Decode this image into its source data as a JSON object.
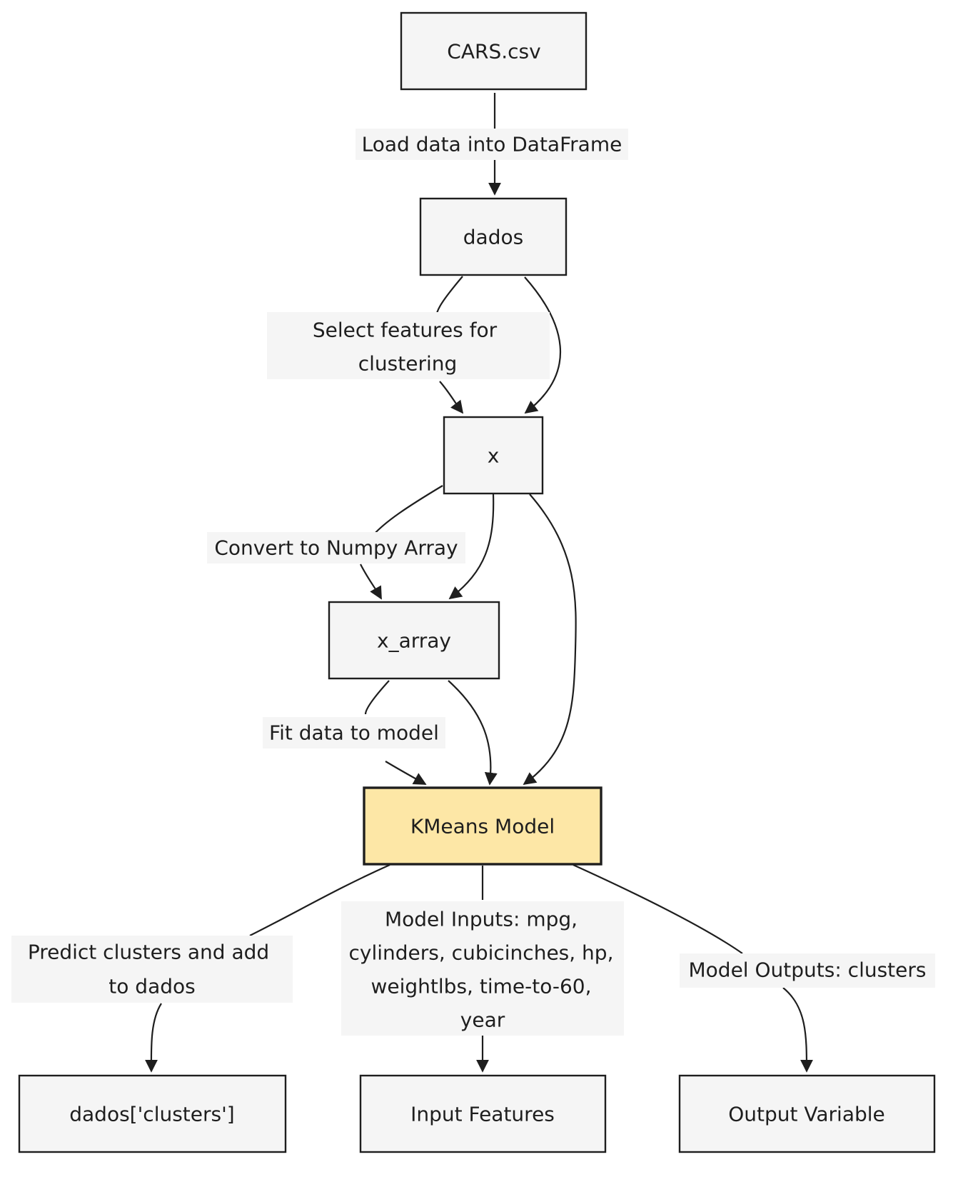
{
  "nodes": {
    "cars_csv": "CARS.csv",
    "dados": "dados",
    "x": "x",
    "x_array": "x_array",
    "kmeans_model": "KMeans Model",
    "dados_clusters": "dados['clusters']",
    "input_features": "Input Features",
    "output_variable": "Output Variable"
  },
  "edge_labels": {
    "load": [
      "Load data into DataFrame"
    ],
    "select": [
      "Select features for",
      "clustering"
    ],
    "convert": [
      "Convert to Numpy Array"
    ],
    "fit": [
      "Fit data to model"
    ],
    "predict": [
      "Predict clusters and add",
      "to dados"
    ],
    "inputs": [
      "Model Inputs: mpg,",
      "cylinders, cubicinches, hp,",
      "weightlbs, time-to-60,",
      "year"
    ],
    "outputs": [
      "Model Outputs: clusters"
    ]
  },
  "colors": {
    "node_fill": "#f5f5f5",
    "highlight_fill": "#fde7a6",
    "stroke": "#1e1e1e",
    "label_background": "#f5f5f5"
  }
}
